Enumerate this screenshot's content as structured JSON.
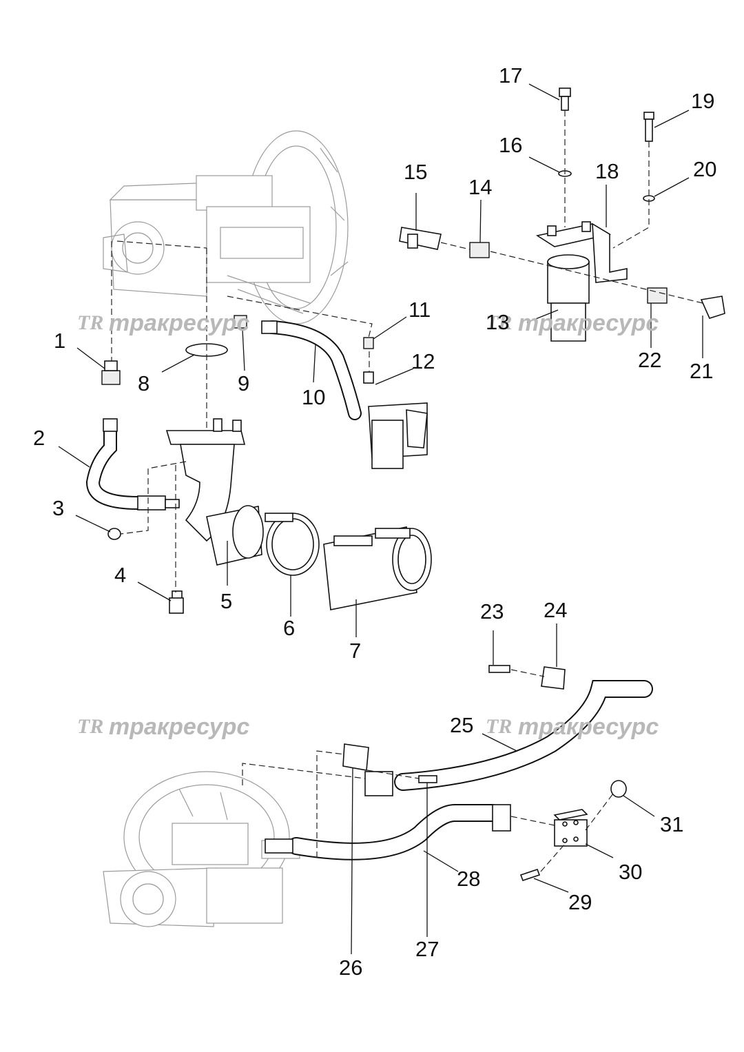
{
  "watermark": {
    "text": "тракресурс",
    "logo": "TR"
  },
  "labels": [
    "1",
    "2",
    "3",
    "4",
    "5",
    "6",
    "7",
    "8",
    "9",
    "10",
    "11",
    "12",
    "13",
    "14",
    "15",
    "16",
    "17",
    "18",
    "19",
    "20",
    "21",
    "22",
    "23",
    "24",
    "25",
    "26",
    "27",
    "28",
    "29",
    "30",
    "31"
  ],
  "colors": {
    "line": "#111111",
    "faint_drawing": "#9a9a9a",
    "watermark": "#b8b8b8"
  }
}
